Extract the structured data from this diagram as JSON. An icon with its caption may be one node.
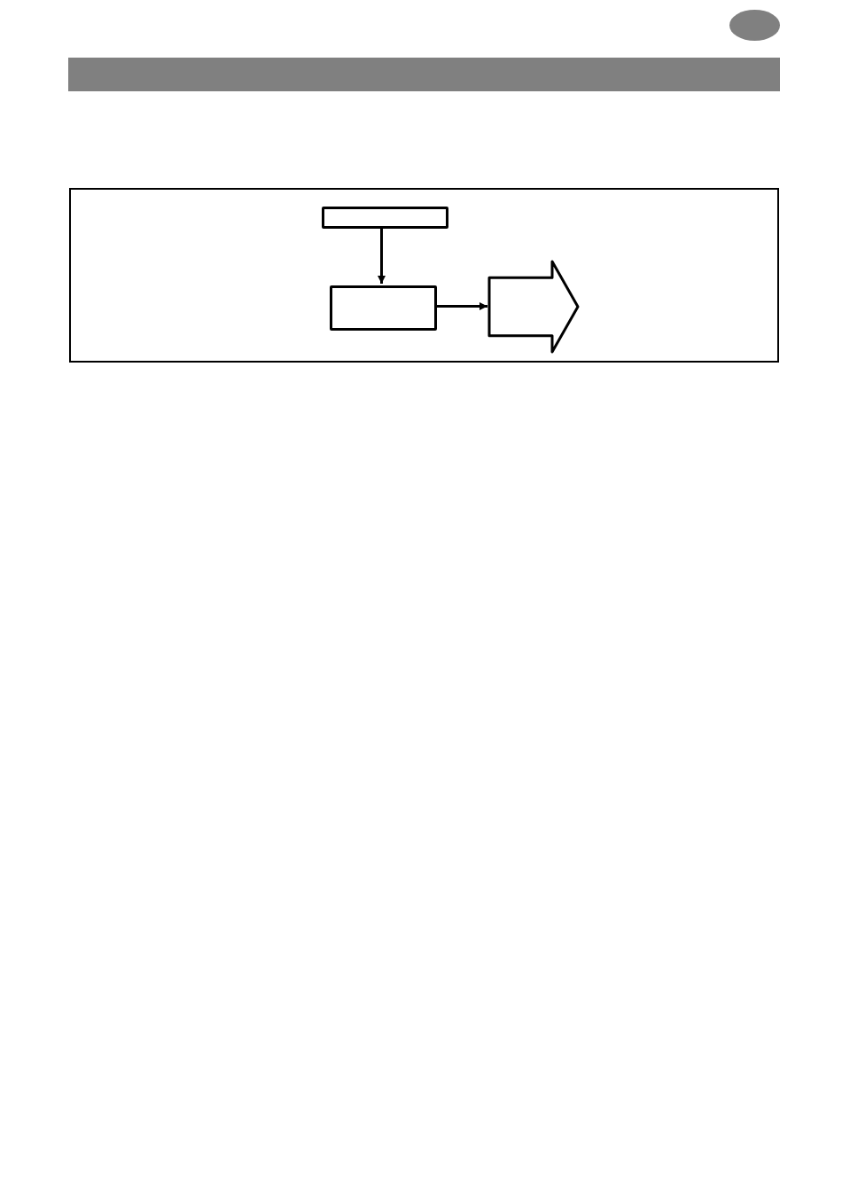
{
  "diagram": {
    "nodes": [
      {
        "text": [],
        "shape": "box"
      },
      {
        "text": [],
        "shape": "box",
        "in": 0
      },
      {
        "text": [],
        "shape": "box",
        "in": 0
      },
      {
        "text": [],
        "shape": "arrow",
        "in": 0
      }
    ],
    "edges": [
      {
        "from": 1,
        "to": 2,
        "arrow": "to"
      },
      {
        "from": 2,
        "to": 3,
        "arrow": "to"
      }
    ]
  }
}
